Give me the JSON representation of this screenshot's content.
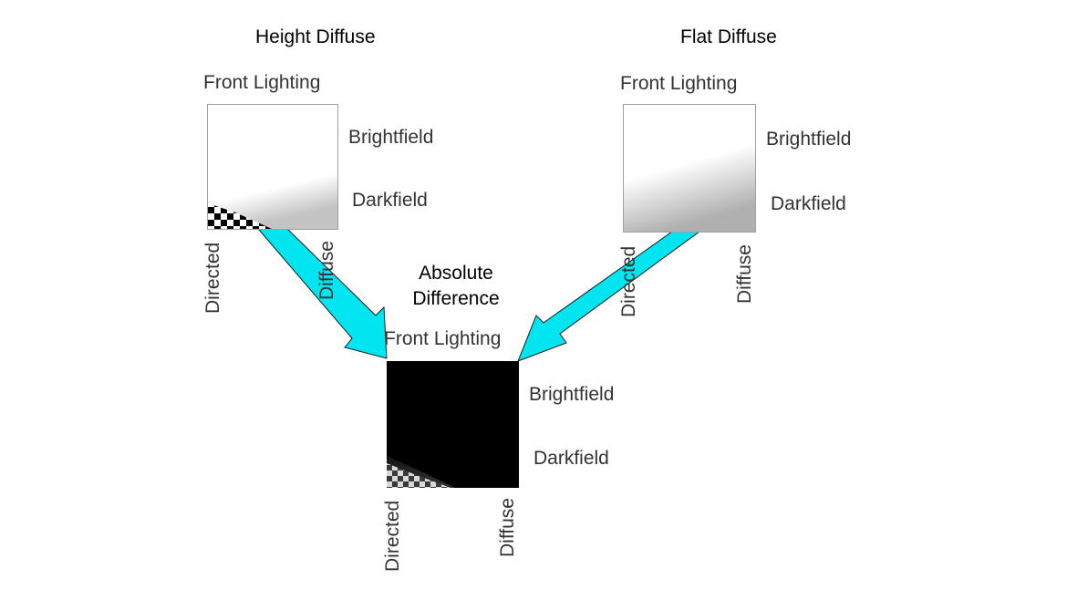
{
  "panels": {
    "height_diffuse": {
      "title": "Height Diffuse",
      "top_label": "Front Lighting",
      "right_top_label": "Brightfield",
      "right_bottom_label": "Darkfield",
      "bottom_left_label": "Directed",
      "bottom_right_label": "Diffuse"
    },
    "flat_diffuse": {
      "title": "Flat Diffuse",
      "top_label": "Front Lighting",
      "right_top_label": "Brightfield",
      "right_bottom_label": "Darkfield",
      "bottom_left_label": "Directed",
      "bottom_right_label": "Diffuse"
    },
    "absolute_difference": {
      "title_line1": "Absolute",
      "title_line2": "Difference",
      "top_label": "Front Lighting",
      "right_top_label": "Brightfield",
      "right_bottom_label": "Darkfield",
      "bottom_left_label": "Directed",
      "bottom_right_label": "Diffuse"
    }
  },
  "colors": {
    "arrow_fill": "#00e5f0",
    "arrow_stroke": "#1a1a1a"
  }
}
